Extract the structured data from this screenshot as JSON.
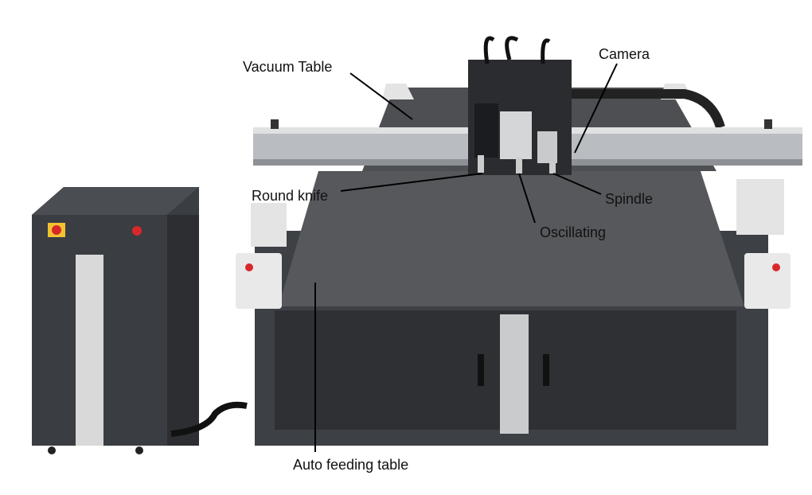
{
  "labels": {
    "vacuum_table": "Vacuum Table",
    "camera": "Camera",
    "round_knife": "Round knife",
    "spindle": "Spindle",
    "oscillating": "Oscillating",
    "auto_feeding_table": "Auto feeding table"
  },
  "colors": {
    "cabinet": "#3a3d42",
    "felt": "#55575b",
    "rail": "#b9bcc0",
    "white_panel": "#e6e6e6",
    "emergency_red": "#d8282a"
  }
}
